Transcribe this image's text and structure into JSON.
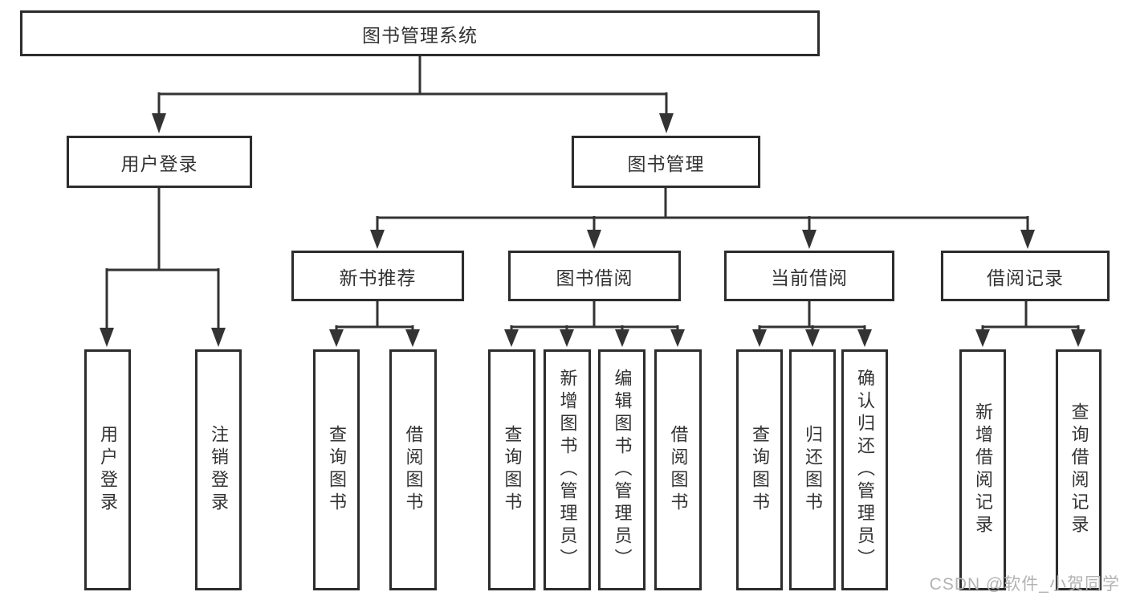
{
  "diagram": {
    "root": {
      "label": "图书管理系统"
    },
    "user_login": {
      "label": "用户登录",
      "children": [
        {
          "label": "用户登录"
        },
        {
          "label": "注销登录"
        }
      ]
    },
    "book_management": {
      "label": "图书管理",
      "sections": [
        {
          "label": "新书推荐",
          "children": [
            {
              "label": "查询图书"
            },
            {
              "label": "借阅图书"
            }
          ]
        },
        {
          "label": "图书借阅",
          "children": [
            {
              "label": "查询图书"
            },
            {
              "label": "新增图书（管理员）"
            },
            {
              "label": "编辑图书（管理员）"
            },
            {
              "label": "借阅图书"
            }
          ]
        },
        {
          "label": "当前借阅",
          "children": [
            {
              "label": "查询图书"
            },
            {
              "label": "归还图书"
            },
            {
              "label": "确认归还（管理员）"
            }
          ]
        },
        {
          "label": "借阅记录",
          "children": [
            {
              "label": "新增借阅记录"
            },
            {
              "label": "查询借阅记录"
            }
          ]
        }
      ]
    }
  },
  "watermark": "CSDN @软件_小贺同学",
  "colors": {
    "background": "#ffffff",
    "line": "#333333",
    "box_border": "#2d2d2d",
    "box_fill": "#ffffff",
    "text": "#333333",
    "watermark": "#b3b3b3"
  }
}
